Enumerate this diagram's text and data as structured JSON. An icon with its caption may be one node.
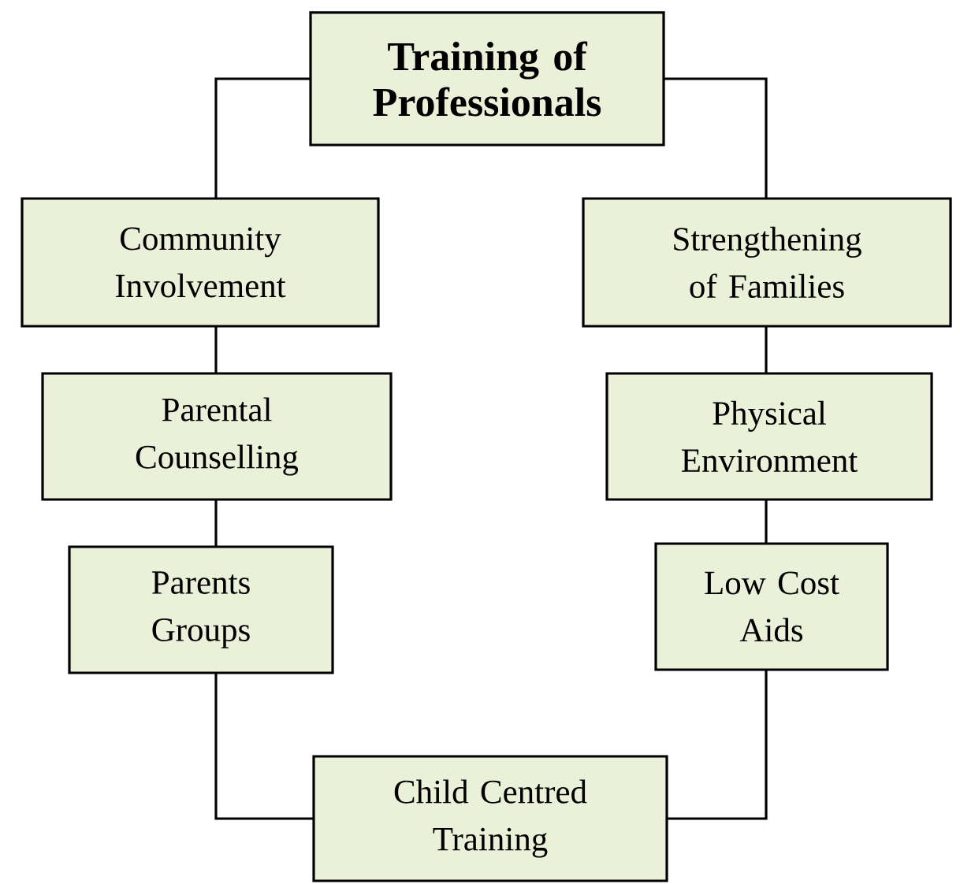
{
  "diagram": {
    "nodes": [
      {
        "text": [
          "Training of Professionals"
        ]
      },
      {
        "text": [
          "Community Involvement"
        ]
      },
      {
        "text": [
          "Strengthening of Families"
        ]
      },
      {
        "text": [
          "Parental Counselling"
        ]
      },
      {
        "text": [
          "Physical Environment"
        ]
      },
      {
        "text": [
          "Parents Groups"
        ]
      },
      {
        "text": [
          "Low Cost Aids"
        ]
      },
      {
        "text": [
          "Child Centred Training"
        ]
      }
    ],
    "edges": [
      {
        "from": 0,
        "to": 1,
        "arrow": "none"
      },
      {
        "from": 1,
        "to": 3,
        "arrow": "none"
      },
      {
        "from": 3,
        "to": 5,
        "arrow": "none"
      },
      {
        "from": 5,
        "to": 7,
        "arrow": "none"
      },
      {
        "from": 0,
        "to": 2,
        "arrow": "none"
      },
      {
        "from": 2,
        "to": 4,
        "arrow": "none"
      },
      {
        "from": 4,
        "to": 6,
        "arrow": "none"
      },
      {
        "from": 6,
        "to": 7,
        "arrow": "none"
      }
    ]
  }
}
